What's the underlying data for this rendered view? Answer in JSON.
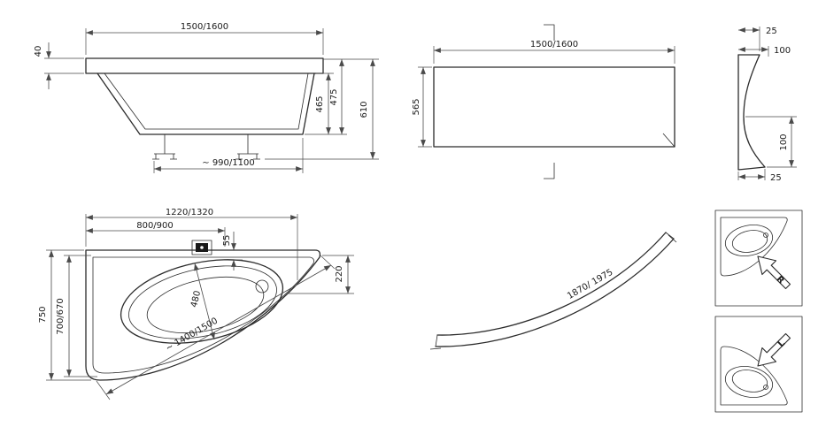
{
  "side_view": {
    "length": "1500/1600",
    "rim_height": "40",
    "inner_depth": "465",
    "outer_depth": "475",
    "total_height": "610",
    "base_length": "∼ 990/1100"
  },
  "front_panel": {
    "length": "1500/1600",
    "height": "565"
  },
  "panel_profile": {
    "top_offset": "25",
    "top_width": "100",
    "side_height": "100",
    "bottom_offset": "25"
  },
  "top_view": {
    "width_top": "1220/1320",
    "width_faucet": "800/900",
    "edge_offset": "55",
    "corner_depth": "220",
    "depth_total": "750",
    "depth_inner": "700/670",
    "basin_width": "480",
    "diagonal_length": "∼ 1400/1500"
  },
  "arc_panel": {
    "arc_length": "1870/ 1975"
  },
  "orientation": {
    "right": "R",
    "left": "L"
  },
  "colors": {
    "line": "#2b2b2b",
    "dimension": "#4a4a4a",
    "background": "#ffffff"
  }
}
